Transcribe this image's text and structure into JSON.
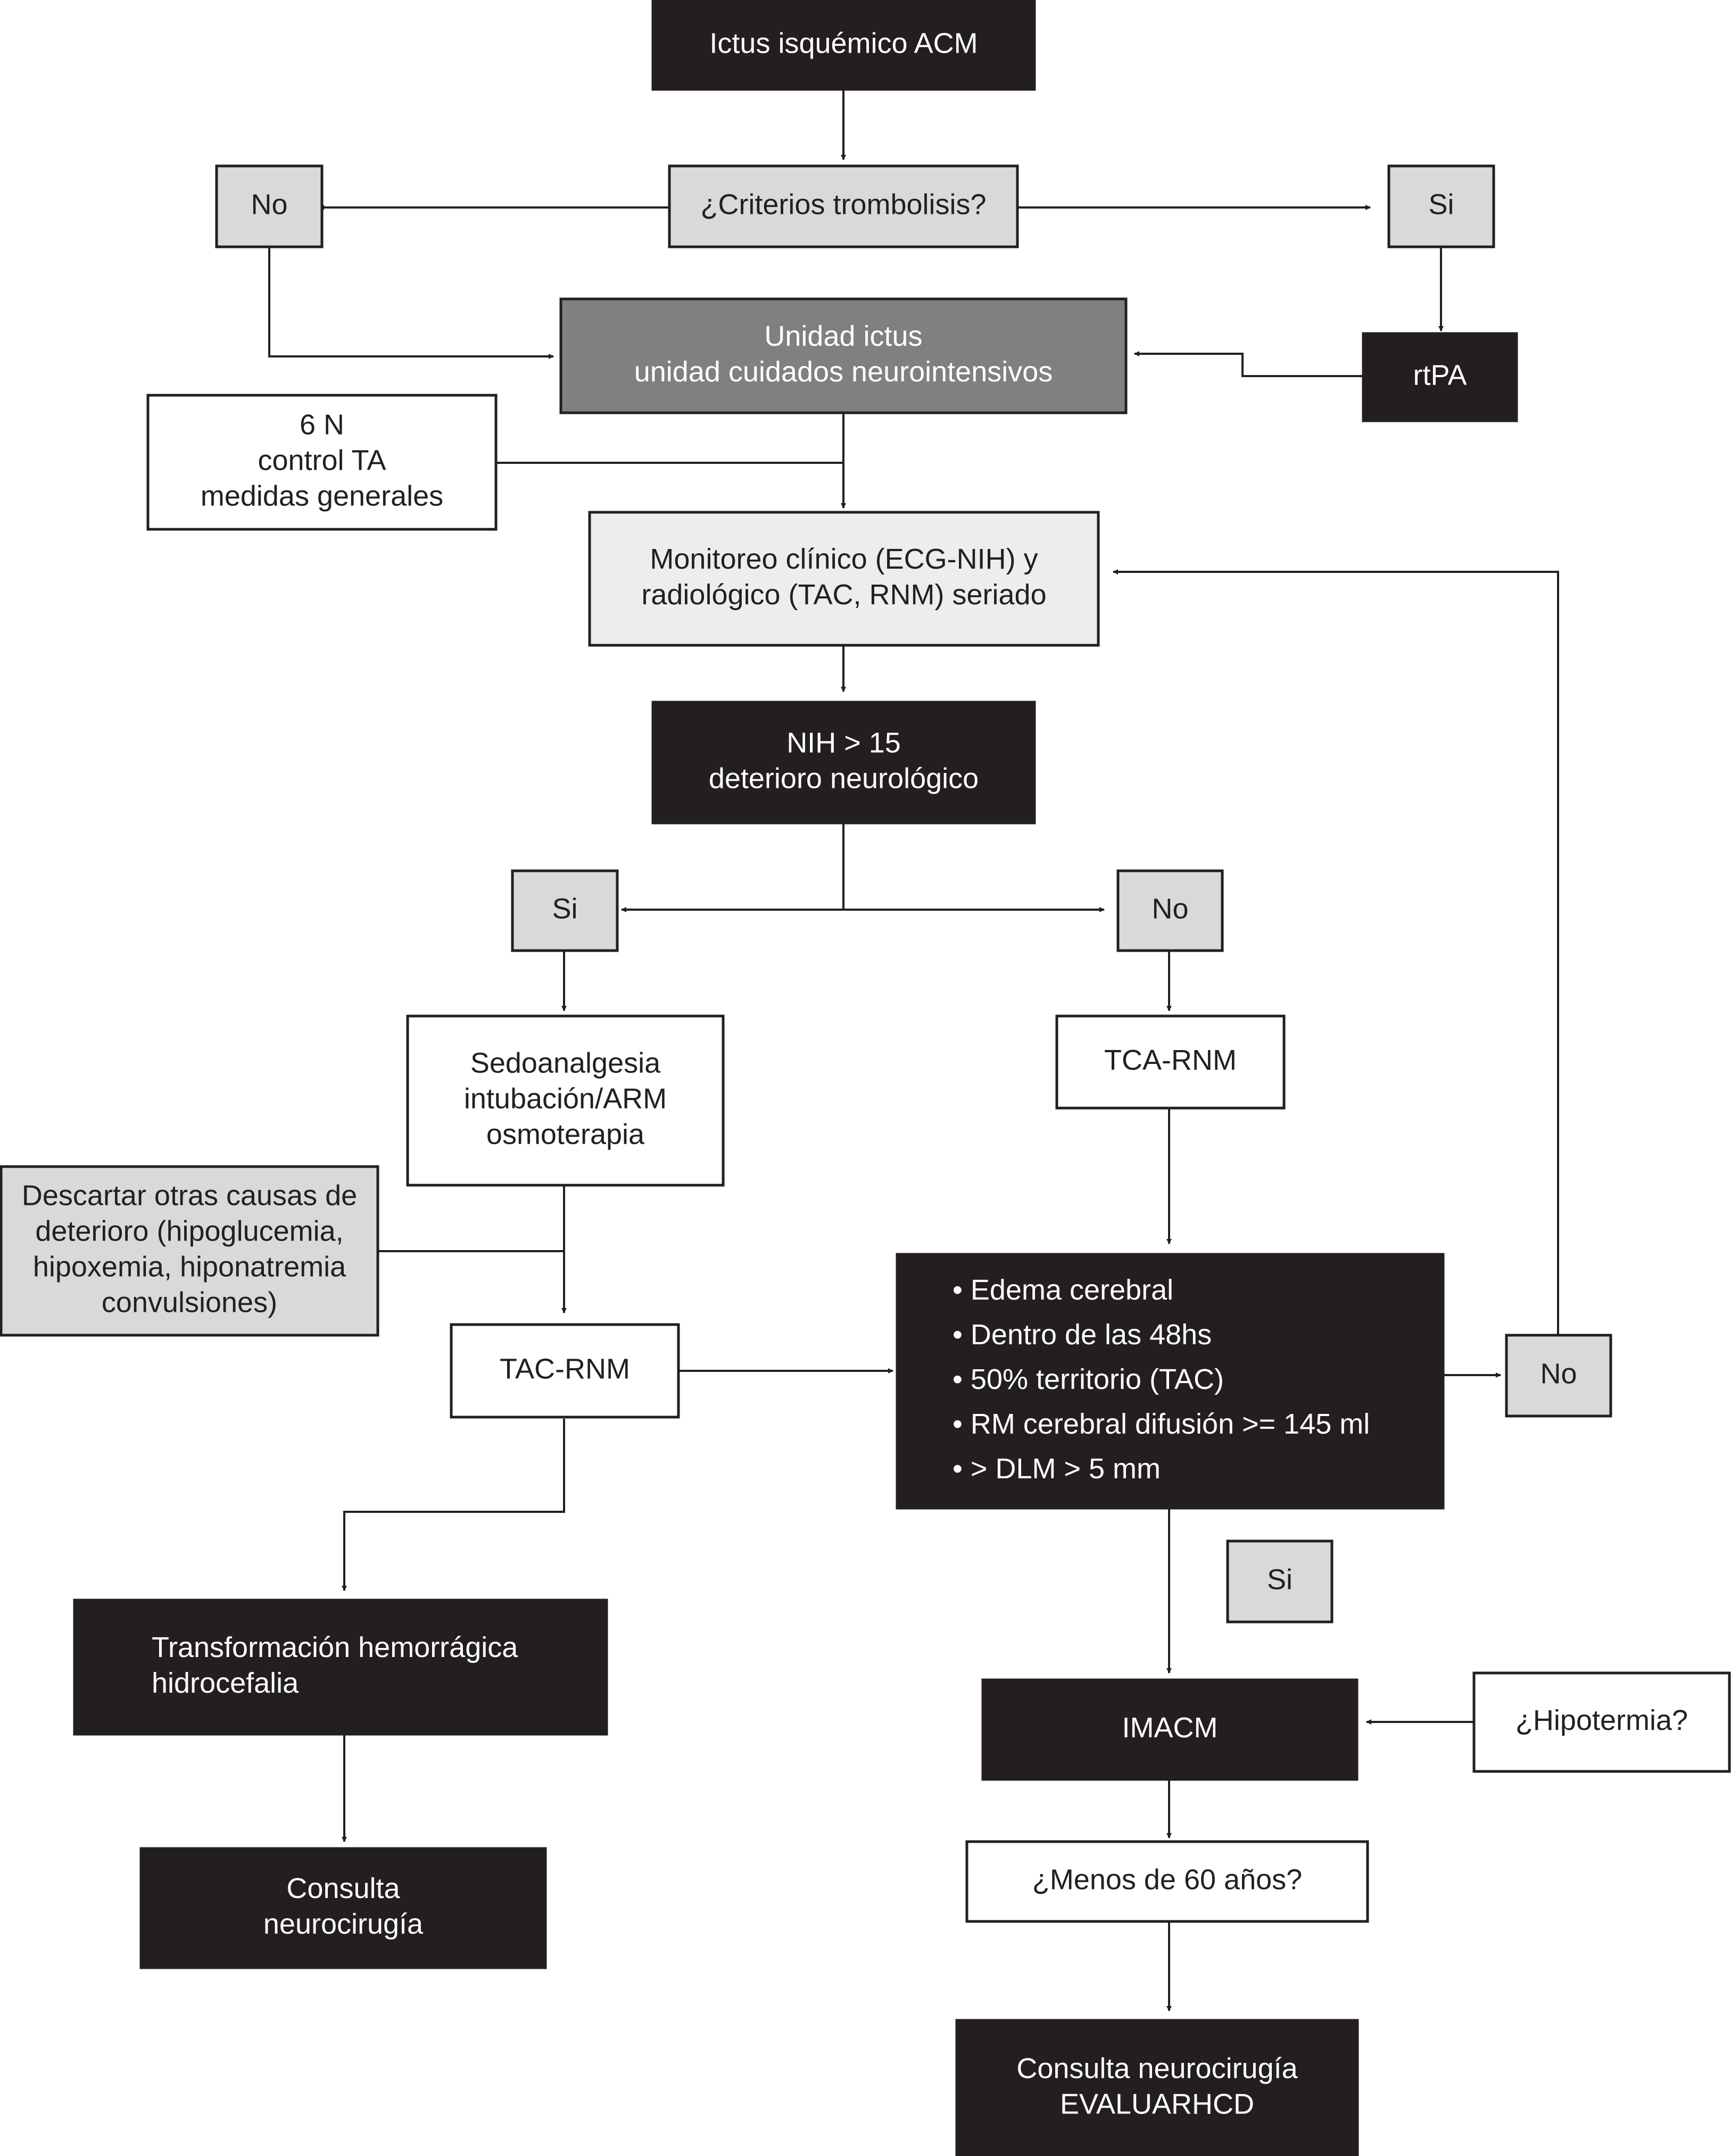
{
  "nodes": {
    "ictus": {
      "lines": [
        "Ictus isquémico ACM"
      ]
    },
    "criterios": {
      "lines": [
        "¿Criterios trombolisis?"
      ]
    },
    "no_top": {
      "lines": [
        "No"
      ]
    },
    "si_top": {
      "lines": [
        "Si"
      ]
    },
    "unidad": {
      "lines": [
        "Unidad ictus",
        "unidad cuidados neurointensivos"
      ]
    },
    "rtpa": {
      "lines": [
        "rtPA"
      ]
    },
    "medidas": {
      "lines": [
        "6 N",
        "control TA",
        "medidas generales"
      ]
    },
    "monitoreo": {
      "lines": [
        "Monitoreo clínico (ECG-NIH) y",
        "radiológico (TAC, RNM) seriado"
      ]
    },
    "nih": {
      "lines": [
        "NIH > 15",
        "deterioro neurológico"
      ]
    },
    "si_mid": {
      "lines": [
        "Si"
      ]
    },
    "no_mid": {
      "lines": [
        "No"
      ]
    },
    "sedo": {
      "lines": [
        "Sedoanalgesia",
        "intubación/ARM",
        "osmoterapia"
      ]
    },
    "tca": {
      "lines": [
        "TCA-RNM"
      ]
    },
    "descartar": {
      "lines": [
        "Descartar otras causas de",
        "deterioro (hipoglucemia,",
        "hipoxemia, hiponatremia",
        "convulsiones)"
      ]
    },
    "tac": {
      "lines": [
        "TAC-RNM"
      ]
    },
    "edema": {
      "lines": [
        "• Edema cerebral",
        "• Dentro de las 48hs",
        "• 50% territorio (TAC)",
        "• RM cerebral difusión >= 145 ml",
        "• > DLM > 5 mm"
      ]
    },
    "no_right": {
      "lines": [
        "No"
      ]
    },
    "si_low": {
      "lines": [
        "Si"
      ]
    },
    "transf": {
      "lines": [
        "Transformación hemorrágica",
        "hidrocefalia"
      ]
    },
    "imacm": {
      "lines": [
        "IMACM"
      ]
    },
    "hipotermia": {
      "lines": [
        "¿Hipotermia?"
      ]
    },
    "consulta1": {
      "lines": [
        "Consulta",
        "neurocirugía"
      ]
    },
    "menos60": {
      "lines": [
        "¿Menos de 60 años?"
      ]
    },
    "consulta2": {
      "lines": [
        "Consulta neurocirugía",
        "EVALUARHCD"
      ]
    }
  }
}
